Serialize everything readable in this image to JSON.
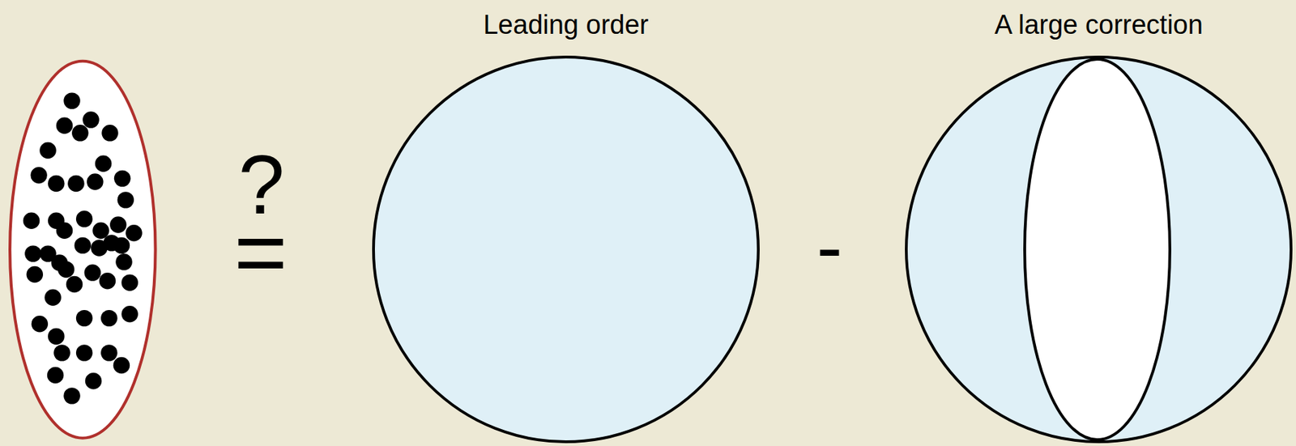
{
  "diagram": {
    "nodes": [
      {
        "text": [
          "Leading order"
        ]
      },
      {
        "text": [
          "A large correction"
        ]
      }
    ],
    "labels": [
      "?",
      "=",
      "-"
    ]
  }
}
